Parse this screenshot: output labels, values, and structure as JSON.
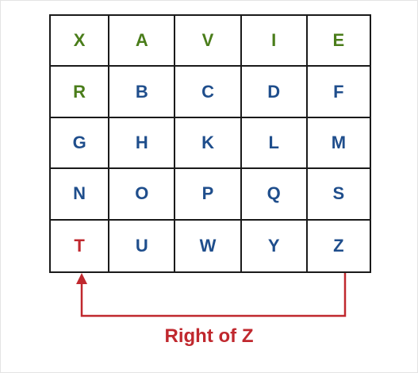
{
  "grid": {
    "rows": [
      [
        "X",
        "A",
        "V",
        "I",
        "E"
      ],
      [
        "R",
        "B",
        "C",
        "D",
        "F"
      ],
      [
        "G",
        "H",
        "K",
        "L",
        "M"
      ],
      [
        "N",
        "O",
        "P",
        "Q",
        "S"
      ],
      [
        "T",
        "U",
        "W",
        "Y",
        "Z"
      ]
    ],
    "colors": [
      [
        "green",
        "green",
        "green",
        "green",
        "green"
      ],
      [
        "green",
        "blue",
        "blue",
        "blue",
        "blue"
      ],
      [
        "blue",
        "blue",
        "blue",
        "blue",
        "blue"
      ],
      [
        "blue",
        "blue",
        "blue",
        "blue",
        "blue"
      ],
      [
        "red",
        "blue",
        "blue",
        "blue",
        "blue"
      ]
    ]
  },
  "palette": {
    "green": "#4a7d1a",
    "blue": "#1f4e8c",
    "red": "#c0282e",
    "line": "#1a1a1a"
  },
  "arrow": {
    "from": "Z",
    "to": "T",
    "color": "#c0282e",
    "label": "Right of Z"
  }
}
